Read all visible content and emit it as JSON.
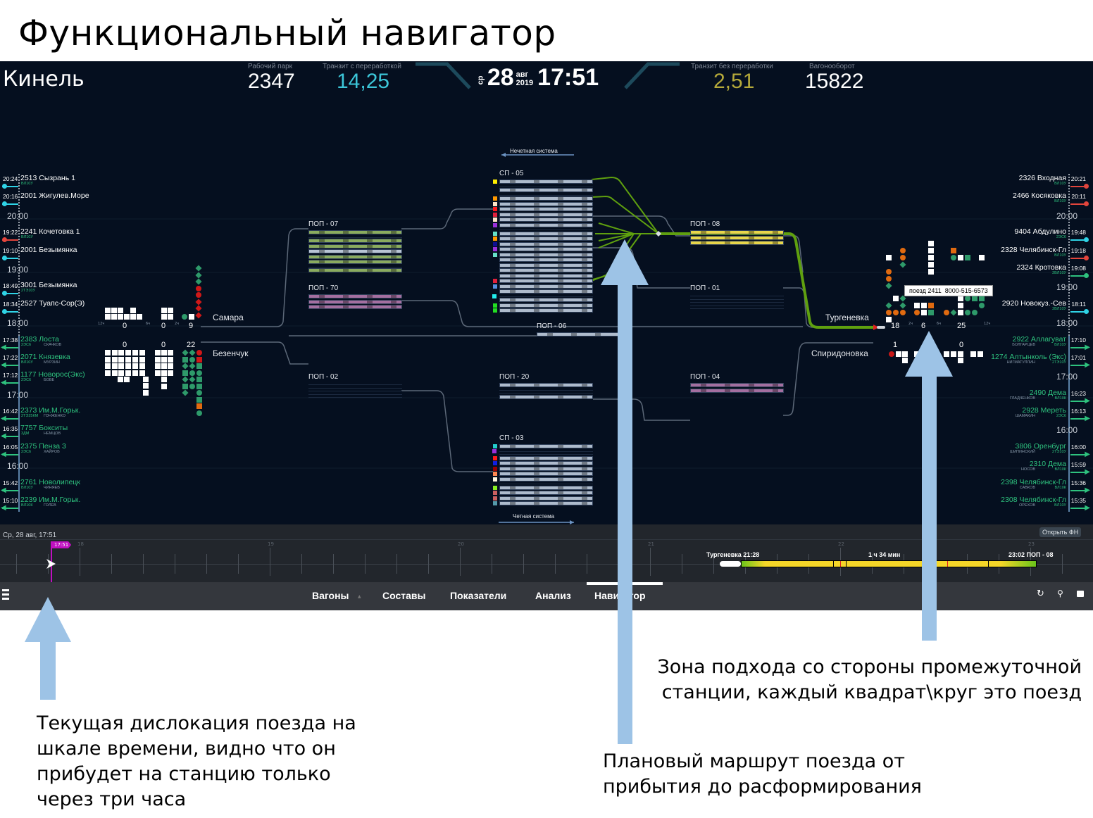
{
  "slide_title": "Функциональный навигатор",
  "header": {
    "station": "Кинель",
    "stats": [
      {
        "label": "Рабочий парк",
        "value": "2347",
        "color": "#ffffff"
      },
      {
        "label": "Транзит с переработкой",
        "value": "14,25",
        "color": "#3cc6d8"
      },
      {
        "label": "Транзит без переработки",
        "value": "2,51",
        "color": "#b5a93a"
      },
      {
        "label": "Вагонооборот",
        "value": "15822",
        "color": "#ffffff"
      }
    ],
    "clock": {
      "dow": "ср",
      "day": "28",
      "month": "авг",
      "year": "2019",
      "time": "17:51"
    }
  },
  "left_list": [
    {
      "time": "20:24",
      "name": "2513 Сызрань 1",
      "s1": "ВЛ10У",
      "color": "#2fd3e6"
    },
    {
      "time": "20:16",
      "name": "2001 Жигулев.Море",
      "color": "#2fd3e6"
    },
    {
      "hour": "20:00"
    },
    {
      "time": "19:22",
      "name": "2241 Кочетовка 1",
      "s1": "ВЛ10У",
      "color": "#e2453c",
      "dot": true
    },
    {
      "time": "19:10",
      "name": "2001 Безымянка",
      "color": "#2fd3e6"
    },
    {
      "hour": "19:00"
    },
    {
      "time": "18:49",
      "name": "3001 Безымянка",
      "s1": "2ТЭ10У",
      "color": "#2fd3e6"
    },
    {
      "time": "18:34",
      "name": "2527 Туапс-Сор(Э)",
      "color": "#2fd3e6",
      "dot": true
    },
    {
      "hour": "18:00"
    },
    {
      "time": "17:38",
      "name": "2383 Лоста",
      "s1": "2ЭС6",
      "s2": "СКАЧКОВ",
      "color": "#2ec27e",
      "green": true
    },
    {
      "time": "17:22",
      "name": "2071 Князевка",
      "s1": "ВЛ10У",
      "s2": "МУРЗИН",
      "color": "#2ec27e",
      "green": true
    },
    {
      "time": "17:12",
      "name": "1177 Новорос(Экс)",
      "s1": "2ЭС6",
      "s2": "БОВЕ",
      "color": "#2ec27e",
      "green": true
    },
    {
      "hour": "17:00"
    },
    {
      "time": "16:42",
      "name": "2373 Им.М.Горьк.",
      "s1": "2ТЭ25КМ",
      "s2": "ГОНЖЕНКО",
      "color": "#2ec27e",
      "green": true
    },
    {
      "time": "16:35",
      "name": "7757 Бокситы",
      "s1": "3ДМ",
      "s2": "НЕМЦОВ",
      "color": "#2ec27e",
      "green": true
    },
    {
      "time": "16:05",
      "name": "2375 Пенза 3",
      "s1": "2ЭС6",
      "s2": "ХАЙРОВ",
      "color": "#2ec27e",
      "green": true
    },
    {
      "hour": "16:00"
    },
    {
      "time": "15:42",
      "name": "2761 Новолипецк",
      "s1": "ВЛ10У",
      "s2": "ЧИНЯЕВ",
      "color": "#2ec27e",
      "green": true
    },
    {
      "time": "15:10",
      "name": "2239 Им.М.Горьк.",
      "s1": "ВЛ10К",
      "s2": "ГОЛЕВ",
      "color": "#2ec27e",
      "green": true
    }
  ],
  "right_list": [
    {
      "time": "20:21",
      "name": "2326 Входная",
      "s2": "ВЛ10У",
      "color": "#e2453c",
      "dot": true
    },
    {
      "time": "20:11",
      "name": "2466 Косяковка",
      "s2": "ВЛ10У",
      "color": "#e2453c",
      "dot": true
    },
    {
      "hour": "20:00"
    },
    {
      "time": "19:48",
      "name": "9404 Абдулино",
      "s2": "2ЭС6",
      "color": "#2fd3e6",
      "dot": true
    },
    {
      "time": "19:18",
      "name": "2328 Челябинск-Гл",
      "s2": "ВЛ10У",
      "color": "#e2453c",
      "dot": true
    },
    {
      "time": "19:08",
      "name": "2324 Кротовка",
      "s2": "2ВЛ10У",
      "color": "#2ec27e",
      "dot": true
    },
    {
      "hour": "19:00"
    },
    {
      "time": "18:11",
      "name": "2920 Новокуз.-Сев",
      "s2": "2ВЛ10У",
      "color": "#2fd3e6",
      "dot": true
    },
    {
      "hour": "18:00"
    },
    {
      "time": "17:10",
      "name": "2922 Аллагуват",
      "s1": "БОЛГАРЦЕВ",
      "s2": "ВЛ10У",
      "color": "#2ec27e",
      "green": true
    },
    {
      "time": "17:01",
      "name": "1274 Алтынколь (Экс)",
      "s1": "НИГМАТУЛЛИН",
      "s2": "2ТЭ10У",
      "color": "#2ec27e",
      "green": true
    },
    {
      "hour": "17:00"
    },
    {
      "time": "16:23",
      "name": "2490 Дема",
      "s1": "ГЛАДЧЕНКОВ",
      "s2": "ВЛ10К",
      "color": "#2ec27e",
      "green": true
    },
    {
      "time": "16:13",
      "name": "2928 Мереть",
      "s1": "ШАМАКИН",
      "s2": "2ЭС6",
      "color": "#2ec27e",
      "green": true
    },
    {
      "hour": "16:00"
    },
    {
      "time": "16:00",
      "name": "3806 Оренбург",
      "s1": "ШИПИНСКИЙ",
      "s2": "2ТЭ10У",
      "color": "#2ec27e",
      "green": true
    },
    {
      "time": "15:59",
      "name": "2310 Дема",
      "s1": "НОСОВ",
      "s2": "ВЛ10К",
      "color": "#2ec27e",
      "green": true
    },
    {
      "time": "15:36",
      "name": "2398 Челябинск-Гл",
      "s1": "САВКОВ",
      "s2": "ВЛ10К",
      "color": "#2ec27e",
      "green": true
    },
    {
      "time": "15:35",
      "name": "2308 Челябинск-Гл",
      "s1": "ОРЕХОВ",
      "s2": "ВЛ10У",
      "color": "#2ec27e",
      "green": true
    }
  ],
  "systems": {
    "odd": "Нечетная система",
    "even": "Четная система"
  },
  "tracks": {
    "pop07": {
      "label": "ПОП - 07",
      "rows": [
        "#8aab5e",
        "",
        "#8aab5e",
        "#8aab5e",
        "#b8c4d4",
        "#8aab5e",
        "#8aab5e",
        "",
        "#8aab5e"
      ]
    },
    "pop70": {
      "label": "ПОП - 70",
      "rows": [
        "#a46fa0",
        "#a46fa0",
        "#a46fa0"
      ]
    },
    "pop02": {
      "label": "ПОП - 02",
      "rows": []
    },
    "sp05": {
      "label": "СП - 05",
      "rows": [
        "#aebbcc",
        "",
        "#aebbcc",
        "",
        "#aebbcc",
        "#aebbcc",
        "#aebbcc",
        "#aebbcc",
        "#aebbcc",
        "#aebbcc",
        "",
        "#aebbcc",
        "#aebbcc",
        "#aebbcc",
        "#aebbcc",
        "#aebbcc",
        "#aebbcc",
        "#aebbcc",
        "#aebbcc",
        "#aebbcc",
        "#aebbcc",
        "#aebbcc",
        "#aebbcc",
        "",
        "#aebbcc",
        "#aebbcc",
        "#aebbcc"
      ],
      "dots": [
        "#ffee00",
        "",
        "",
        "",
        "#ff9900",
        "#ffe4c8",
        "#ff1a1a",
        "#e0203c",
        "#ffe4c8",
        "#9b30d9",
        "",
        "#66e0c8",
        "#ff9900",
        "#101090",
        "#9b30d9",
        "#66e0c8",
        "",
        "",
        "",
        "",
        "#e0203c",
        "#5590e0",
        "",
        "#22eeee",
        "",
        "#22dd22",
        "#22dd22"
      ]
    },
    "pop06": {
      "label": "ПОП - 06",
      "rows": [
        "#aebbcc"
      ]
    },
    "pop20": {
      "label": "ПОП - 20",
      "rows": [
        "#aebbcc",
        "",
        "",
        "#aebbcc"
      ]
    },
    "sp03": {
      "label": "СП - 03",
      "rows": [
        "#aebbcc",
        "",
        "",
        "#aebbcc",
        "#aebbcc",
        "#aebbcc",
        "#aebbcc",
        "#aebbcc",
        "",
        "#aebbcc",
        "#aebbcc",
        "#aebbcc",
        "#aebbcc"
      ],
      "dots": [
        "#22cccc",
        "#9b30d9",
        "",
        "#ff1a1a",
        "#1020e0",
        "#990000",
        "#ff8850",
        "#fff8e0",
        "",
        "#88ee22",
        "#cc6060",
        "#cc6060",
        "#5599aa"
      ]
    },
    "pop08": {
      "label": "ПОП - 08",
      "rows": [
        "#e8d64a",
        "#e8d64a",
        "#e8d64a"
      ]
    },
    "pop01": {
      "label": "ПОП - 01",
      "rows": []
    },
    "pop04": {
      "label": "ПОП - 04",
      "rows": [
        "#a46fa0",
        "#a46fa0"
      ]
    }
  },
  "stations": {
    "samara": {
      "name": "Самара",
      "counts": [
        "0",
        "0",
        "9"
      ]
    },
    "bezenchuk": {
      "name": "Безенчук",
      "counts": [
        "0",
        "0",
        "22"
      ]
    },
    "turgenevka": {
      "name": "Тургеневка",
      "counts": [
        "18",
        "6",
        "25"
      ]
    },
    "spiridonovka": {
      "name": "Спиридоновка",
      "counts": [
        "1",
        "0"
      ]
    },
    "hours": {
      "h12": "12ч",
      "h6": "6ч",
      "h2": "2ч"
    }
  },
  "tooltip": "поезд 2411  8000-515-6573",
  "timeline": {
    "date": "Ср, 28 авг, 17:51",
    "now": "17:51",
    "ticks": [
      "18",
      "19",
      "20",
      "21",
      "22",
      "23"
    ],
    "open_button": "Открыть ФН",
    "segment_start": "Тургеневка 21:28",
    "segment_duration": "1 ч 34 мин",
    "segment_end": "23:02 ПОП - 08"
  },
  "nav": {
    "items": [
      "Вагоны",
      "Составы",
      "Показатели",
      "Анализ",
      "Навигатор"
    ],
    "active": "Навигатор"
  },
  "annotations": {
    "a1": [
      "Текущая дислокация поезда на",
      "шкале времени, видно что он",
      "прибудет на станцию только",
      "через  три часа"
    ],
    "a2": [
      "Плановый маршрут поезда от",
      "прибытия до расформирования"
    ],
    "a3": [
      "Зона подхода со стороны промежуточной",
      "станции, каждый квадрат\\круг это поезд"
    ]
  },
  "colors": {
    "annotation_arrow": "#9dc3e6",
    "route": "#5fa00f",
    "background": "#050f1f"
  }
}
